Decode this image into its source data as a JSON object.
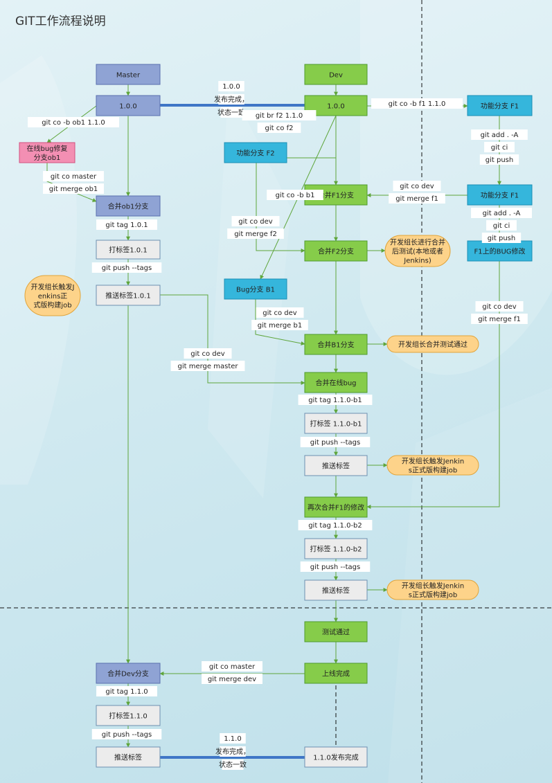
{
  "title": "GIT工作流程说明",
  "colors": {
    "blue": "#8fa3d4",
    "green": "#86cc4a",
    "cyan": "#35b6dc",
    "pink": "#f38fb3",
    "gray": "#ececec",
    "orange": "#fdd38a",
    "line": "#5ea53a",
    "bar": "#3f76c6"
  },
  "nodes": {
    "master": "Master",
    "m100": "1.0.0",
    "ob1": "在线bug修复分支ob1",
    "merge_ob1": "合并ob1分支",
    "tag101": "打标签1.0.1",
    "push101": "推送标签1.0.1",
    "note_jenkins1": "开发组长触发Jenkins正式版构建job",
    "dev": "Dev",
    "d100": "1.0.0",
    "f2": "功能分支 F2",
    "mergef1": "合并F1分支",
    "mergef2": "合并F2分支",
    "note_test": "开发组长进行合并后测试(本地或者Jenkins)",
    "b1": "Bug分支 B1",
    "mergeb1": "合并B1分支",
    "note_mergeok": "开发组长合并测试通过",
    "merge_online": "合并在线bug",
    "tag_b1": "打标签 1.1.0-b1",
    "push_b1": "推送标签",
    "note_jenkins2": "开发组长触发Jenkins正式版构建job",
    "remerge_f1": "再次合并F1的修改",
    "tag_b2": "打标签 1.1.0-b2",
    "push_b2": "推送标签",
    "note_jenkins3": "开发组长触发Jenkins正式版构建job",
    "test_ok": "测试通过",
    "online_done": "上线完成",
    "merge_dev": "合并Dev分支",
    "tag110": "打标签1.1.0",
    "push110": "推送标签",
    "release110": "1.1.0发布完成",
    "f1": "功能分支 F1",
    "f1b": "功能分支 F1",
    "f1_bug": "F1上的BUG修改"
  },
  "labels": {
    "release100": "1.0.0发布完成，状态一致",
    "co_ob1": "git co -b ob1  1.1.0",
    "co_master_merge_ob1": "git co master\ngit merge ob1",
    "tag101": "git tag 1.0.1",
    "push_tags1": "git push --tags",
    "co_b_f1": "git co -b f1   1.1.0",
    "br_f2": "git br  f2 1.1.0\ngit co f2",
    "add_ci_push": "git add . -A\ngit ci\ngit push",
    "co_dev_merge_f1": "git co dev\ngit merge f1",
    "co_b_b1": "git co -b b1",
    "co_dev_merge_f2": "git co dev\ngit merge f2",
    "add_ci_push_small": "git  add . -A\ngit ci\ngit push",
    "co_dev_merge_b1": "git co dev\ngit merge b1",
    "co_dev_merge_master": "git co dev\ngit merge master",
    "co_dev_merge_f1_2": "git co dev\ngit merge f1",
    "tag_b1": "git tag 1.1.0-b1",
    "push_tags_b1": "git push --tags",
    "tag_b2": "git tag 1.1.0-b2",
    "push_tags_b2": "git push --tags",
    "co_master_merge_dev": "git co master\ngit merge dev",
    "tag110": "git tag 1.1.0",
    "push_tags110": "git push --tags",
    "release110": "1.1.0发布完成，状态一致"
  }
}
